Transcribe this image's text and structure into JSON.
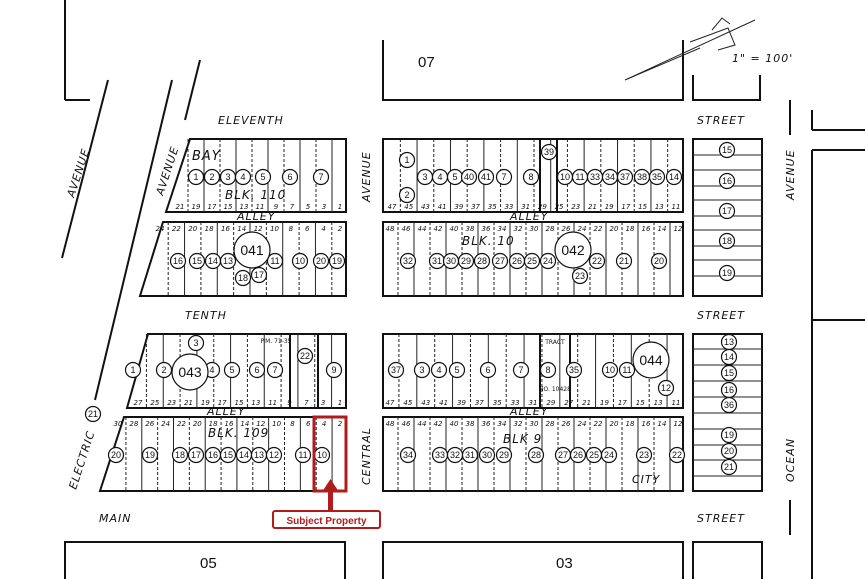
{
  "map": {
    "scale": "1\" = 100'",
    "pages": {
      "top": "07",
      "bottom_left": "05",
      "bottom_right": "03"
    },
    "streets": {
      "eleventh": "ELEVENTH",
      "tenth": "TENTH",
      "main": "MAIN",
      "street": "STREET",
      "avenue": "AVENUE",
      "central": "CENTRAL",
      "ocean": "OCEAN",
      "electric": "ELECTRIC",
      "alley": "ALLEY"
    },
    "labels": {
      "bay": "BAY",
      "blk110": "BLK. 110",
      "blk10": "BLK. 10",
      "blk109": "BLK. 109",
      "blk9": "BLK 9",
      "city": "CITY",
      "pm": "P.M. 71-35",
      "tract": "TRACT",
      "tract_no": "NO. 10428"
    },
    "book_pages": [
      "041",
      "042",
      "043",
      "044"
    ],
    "parcels": {
      "blk110_upper": [
        "1",
        "2",
        "3",
        "4",
        "5",
        "6",
        "7"
      ],
      "blk110_lower": [
        "16",
        "15",
        "14",
        "13",
        "18",
        "17",
        "11",
        "10",
        "20",
        "19"
      ],
      "blk10_upper": [
        "1",
        "2",
        "3",
        "4",
        "5",
        "40",
        "41",
        "7",
        "8",
        "39",
        "10",
        "11",
        "33",
        "34",
        "37",
        "38",
        "35",
        "14"
      ],
      "blk10_lower": [
        "32",
        "31",
        "30",
        "29",
        "28",
        "27",
        "26",
        "25",
        "24",
        "23",
        "22",
        "21",
        "20"
      ],
      "east_upper": [
        "15",
        "16",
        "17",
        "18",
        "19"
      ],
      "blk109_upper": [
        "1",
        "2",
        "3",
        "4",
        "5",
        "6",
        "7",
        "22",
        "9"
      ],
      "blk109_lower": [
        "21",
        "20",
        "19",
        "18",
        "17",
        "16",
        "15",
        "14",
        "13",
        "12",
        "11",
        "10"
      ],
      "blk9_upper": [
        "37",
        "3",
        "4",
        "5",
        "6",
        "7",
        "8",
        "35",
        "10",
        "11",
        "12"
      ],
      "blk9_lower": [
        "34",
        "33",
        "32",
        "31",
        "30",
        "29",
        "28",
        "27",
        "26",
        "25",
        "24",
        "23",
        "22"
      ],
      "east_lower": [
        "13",
        "14",
        "15",
        "16",
        "36",
        "19",
        "20",
        "21"
      ]
    },
    "lots": {
      "blk110_upper": [
        "21",
        "19",
        "17",
        "15",
        "13",
        "11",
        "9",
        "7",
        "5",
        "3",
        "1"
      ],
      "blk110_lower": [
        "24",
        "22",
        "20",
        "18",
        "16",
        "14",
        "12",
        "10",
        "8",
        "6",
        "4",
        "2"
      ],
      "blk10_upper": [
        "47",
        "45",
        "43",
        "41",
        "39",
        "37",
        "35",
        "33",
        "31",
        "29",
        "25",
        "23",
        "21",
        "19",
        "17",
        "15",
        "13",
        "11"
      ],
      "blk10_lower": [
        "48",
        "46",
        "44",
        "42",
        "40",
        "38",
        "36",
        "34",
        "32",
        "30",
        "28",
        "26",
        "24",
        "22",
        "20",
        "18",
        "16",
        "14",
        "12"
      ],
      "blk109_upper": [
        "27",
        "25",
        "23",
        "21",
        "19",
        "17",
        "15",
        "13",
        "11",
        "9",
        "7",
        "3",
        "1"
      ],
      "blk109_lower": [
        "30",
        "28",
        "26",
        "24",
        "22",
        "20",
        "18",
        "16",
        "14",
        "12",
        "10",
        "8",
        "6",
        "4",
        "2"
      ],
      "blk9_upper": [
        "47",
        "45",
        "43",
        "41",
        "39",
        "37",
        "35",
        "33",
        "31",
        "29",
        "27",
        "21",
        "19",
        "17",
        "15",
        "13",
        "11"
      ],
      "blk9_lower": [
        "48",
        "46",
        "44",
        "42",
        "40",
        "38",
        "36",
        "34",
        "32",
        "30",
        "28",
        "26",
        "24",
        "22",
        "20",
        "18",
        "16",
        "14",
        "12"
      ]
    },
    "subject": {
      "label": "Subject Property",
      "color": "#b01c1c"
    }
  }
}
